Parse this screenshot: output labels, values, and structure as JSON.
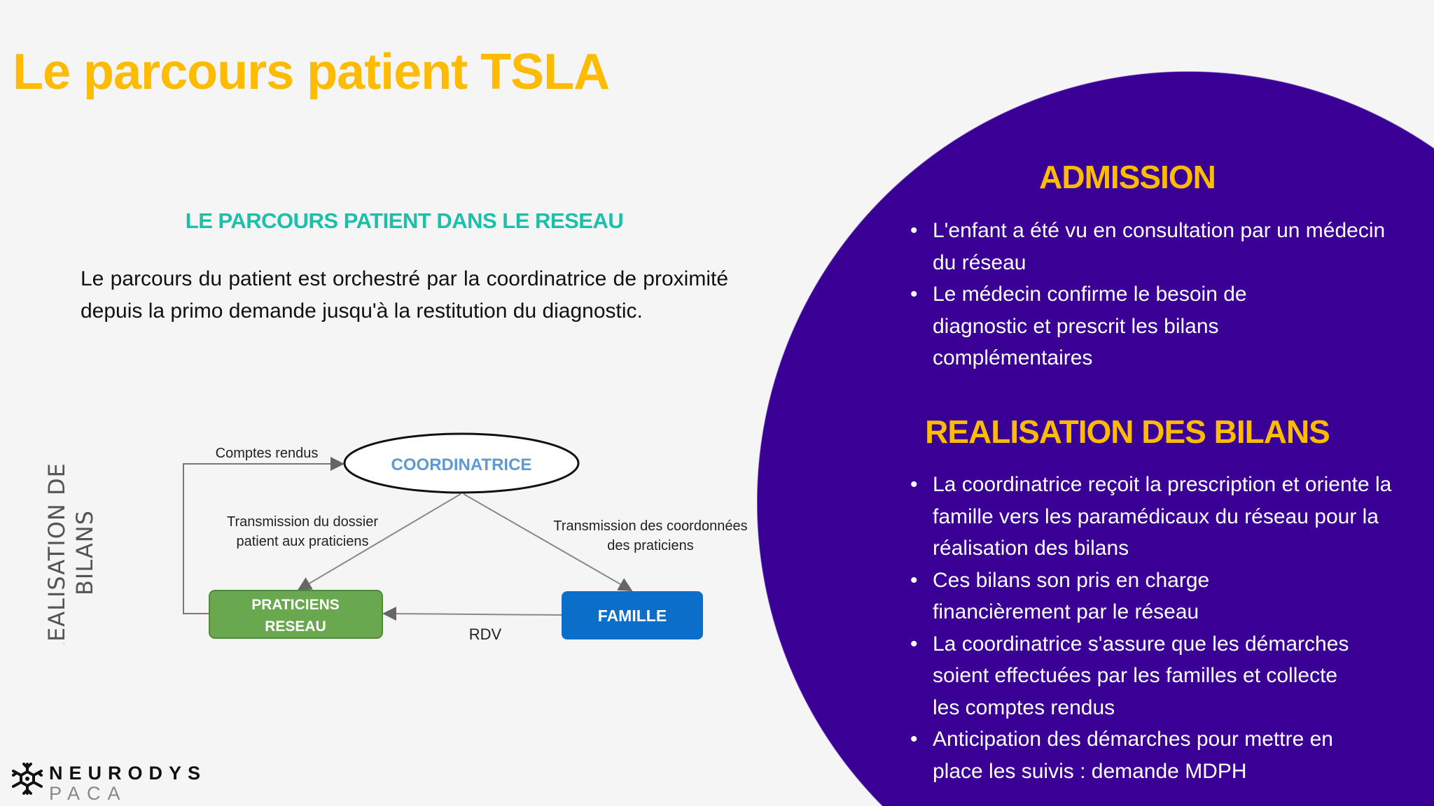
{
  "title": "Le parcours patient TSLA",
  "left": {
    "subtitle": "LE PARCOURS PATIENT DANS LE RESEAU",
    "paragraph": "Le parcours du patient est orchestré par la coordinatrice de proximité depuis la primo demande jusqu'à la restitution du diagnostic."
  },
  "diagram": {
    "side_label_1": "REALISATION DES",
    "side_label_2": "BILANS",
    "coordinatrice": "COORDINATRICE",
    "praticiens_1": "PRATICIENS",
    "praticiens_2": "RESEAU",
    "famille": "FAMILLE",
    "comptes_rendus": "Comptes rendus",
    "transmission_dossier_1": "Transmission du dossier",
    "transmission_dossier_2": "patient aux praticiens",
    "transmission_coord_1": "Transmission des coordonnées",
    "transmission_coord_2": "des praticiens",
    "rdv": "RDV"
  },
  "right": {
    "admission_title": "ADMISSION",
    "admission_items": [
      "L'enfant a été vu en consultation par un médecin du réseau",
      "Le médecin confirme le besoin de diagnostic et prescrit les bilans complémentaires"
    ],
    "bilans_title": "REALISATION DES BILANS",
    "bilans_items": [
      "La coordinatrice reçoit la prescription et oriente la famille vers les paramédicaux du réseau pour la réalisation des bilans",
      "Ces bilans son pris en charge financièrement par le réseau",
      "La coordinatrice s'assure que les démarches soient effectuées par les familles et collecte les comptes rendus",
      "Anticipation des démarches pour mettre en place les suivis : demande MDPH"
    ]
  },
  "logo": {
    "name": "NEURODYS",
    "region": "PACA"
  },
  "colors": {
    "purple": "#3a0096",
    "yellow": "#ffbb00",
    "teal": "#1cc0a8",
    "green": "#6aa84f",
    "blue": "#0b6fc9"
  }
}
